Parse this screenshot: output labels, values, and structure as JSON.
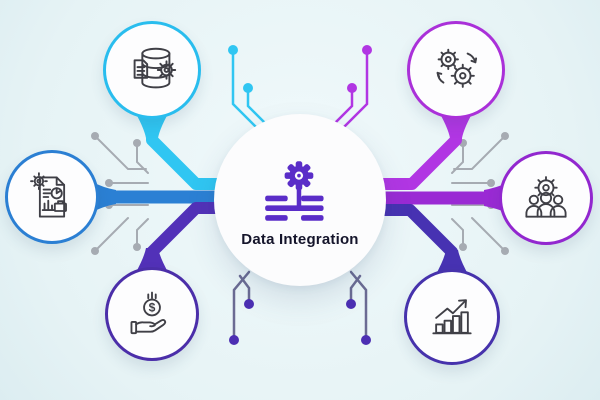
{
  "center": {
    "title": "Data Integration",
    "icon": "gear-database-icon"
  },
  "nodes": [
    {
      "id": "data-storage",
      "position": "top-left",
      "icon": "database-document-gear-icon",
      "ring_color": "#29bdee"
    },
    {
      "id": "report-analytics",
      "position": "left",
      "icon": "report-document-icon",
      "ring_color": "#2b7fd3"
    },
    {
      "id": "cost-savings",
      "position": "bottom-left",
      "icon": "hand-coin-icon",
      "ring_color": "#4b2ea9",
      "coin_symbol": "$"
    },
    {
      "id": "process-automation",
      "position": "top-right",
      "icon": "gears-sync-icon",
      "ring_color": "#aa30d9"
    },
    {
      "id": "team-management",
      "position": "right",
      "icon": "team-gear-icon",
      "ring_color": "#9227cf"
    },
    {
      "id": "growth-analytics",
      "position": "bottom-right",
      "icon": "growth-chart-icon",
      "ring_color": "#4632ac"
    }
  ],
  "colors": {
    "background": "#e6f3f5",
    "connector_cyan": "#30c6f2",
    "connector_blue": "#2b80d4",
    "connector_indigo_left": "#5231b8",
    "connector_magenta": "#b136e3",
    "connector_purple": "#9a2ad4",
    "connector_indigo_right": "#4732b2",
    "circuit_gray": "#a6abb2",
    "circuit_indigo": "#4c2fb3",
    "icon_stroke": "#3f3f46",
    "center_icon": "#5a2dc8",
    "title_text": "#15152b"
  }
}
